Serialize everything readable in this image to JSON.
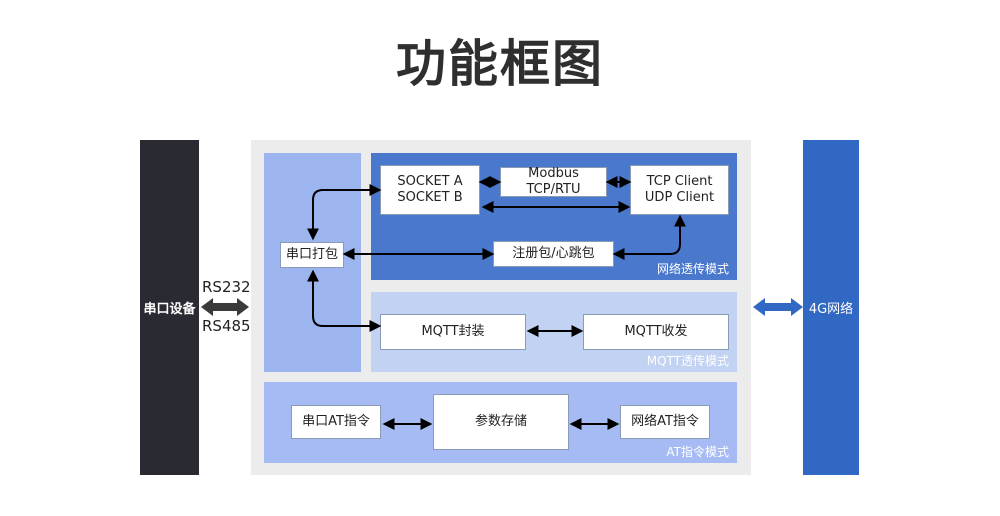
{
  "title": "功能框图",
  "interface": {
    "top": "RS232",
    "bottom": "RS485"
  },
  "device": {
    "label": "串口设备"
  },
  "network": {
    "label": "4G网络"
  },
  "modes": {
    "net": "网络透传模式",
    "mqtt": "MQTT透传模式",
    "at": "AT指令模式"
  },
  "boxes": {
    "socket": [
      "SOCKET A",
      "SOCKET B"
    ],
    "modbus": "Modbus TCP/RTU",
    "client": [
      "TCP Client",
      "UDP Client"
    ],
    "pack": "串口打包",
    "heartbeat": "注册包/心跳包",
    "mqtt_pack": "MQTT封装",
    "mqtt_recv": "MQTT收发",
    "serial_at": "串口AT指令",
    "params": "参数存储",
    "net_at": "网络AT指令"
  },
  "colors": {
    "device": "#2a2a33",
    "network": "#3068c4",
    "net_mode": "#4a78cc",
    "mqtt_mode": "#c2d2f3",
    "at_mode": "#a6bbf3",
    "left_column": "#9cb5ef",
    "panel": "#ececec",
    "arrow": "#000000",
    "double_arrow": "#3a3a3a",
    "network_arrow": "#3068c4"
  }
}
